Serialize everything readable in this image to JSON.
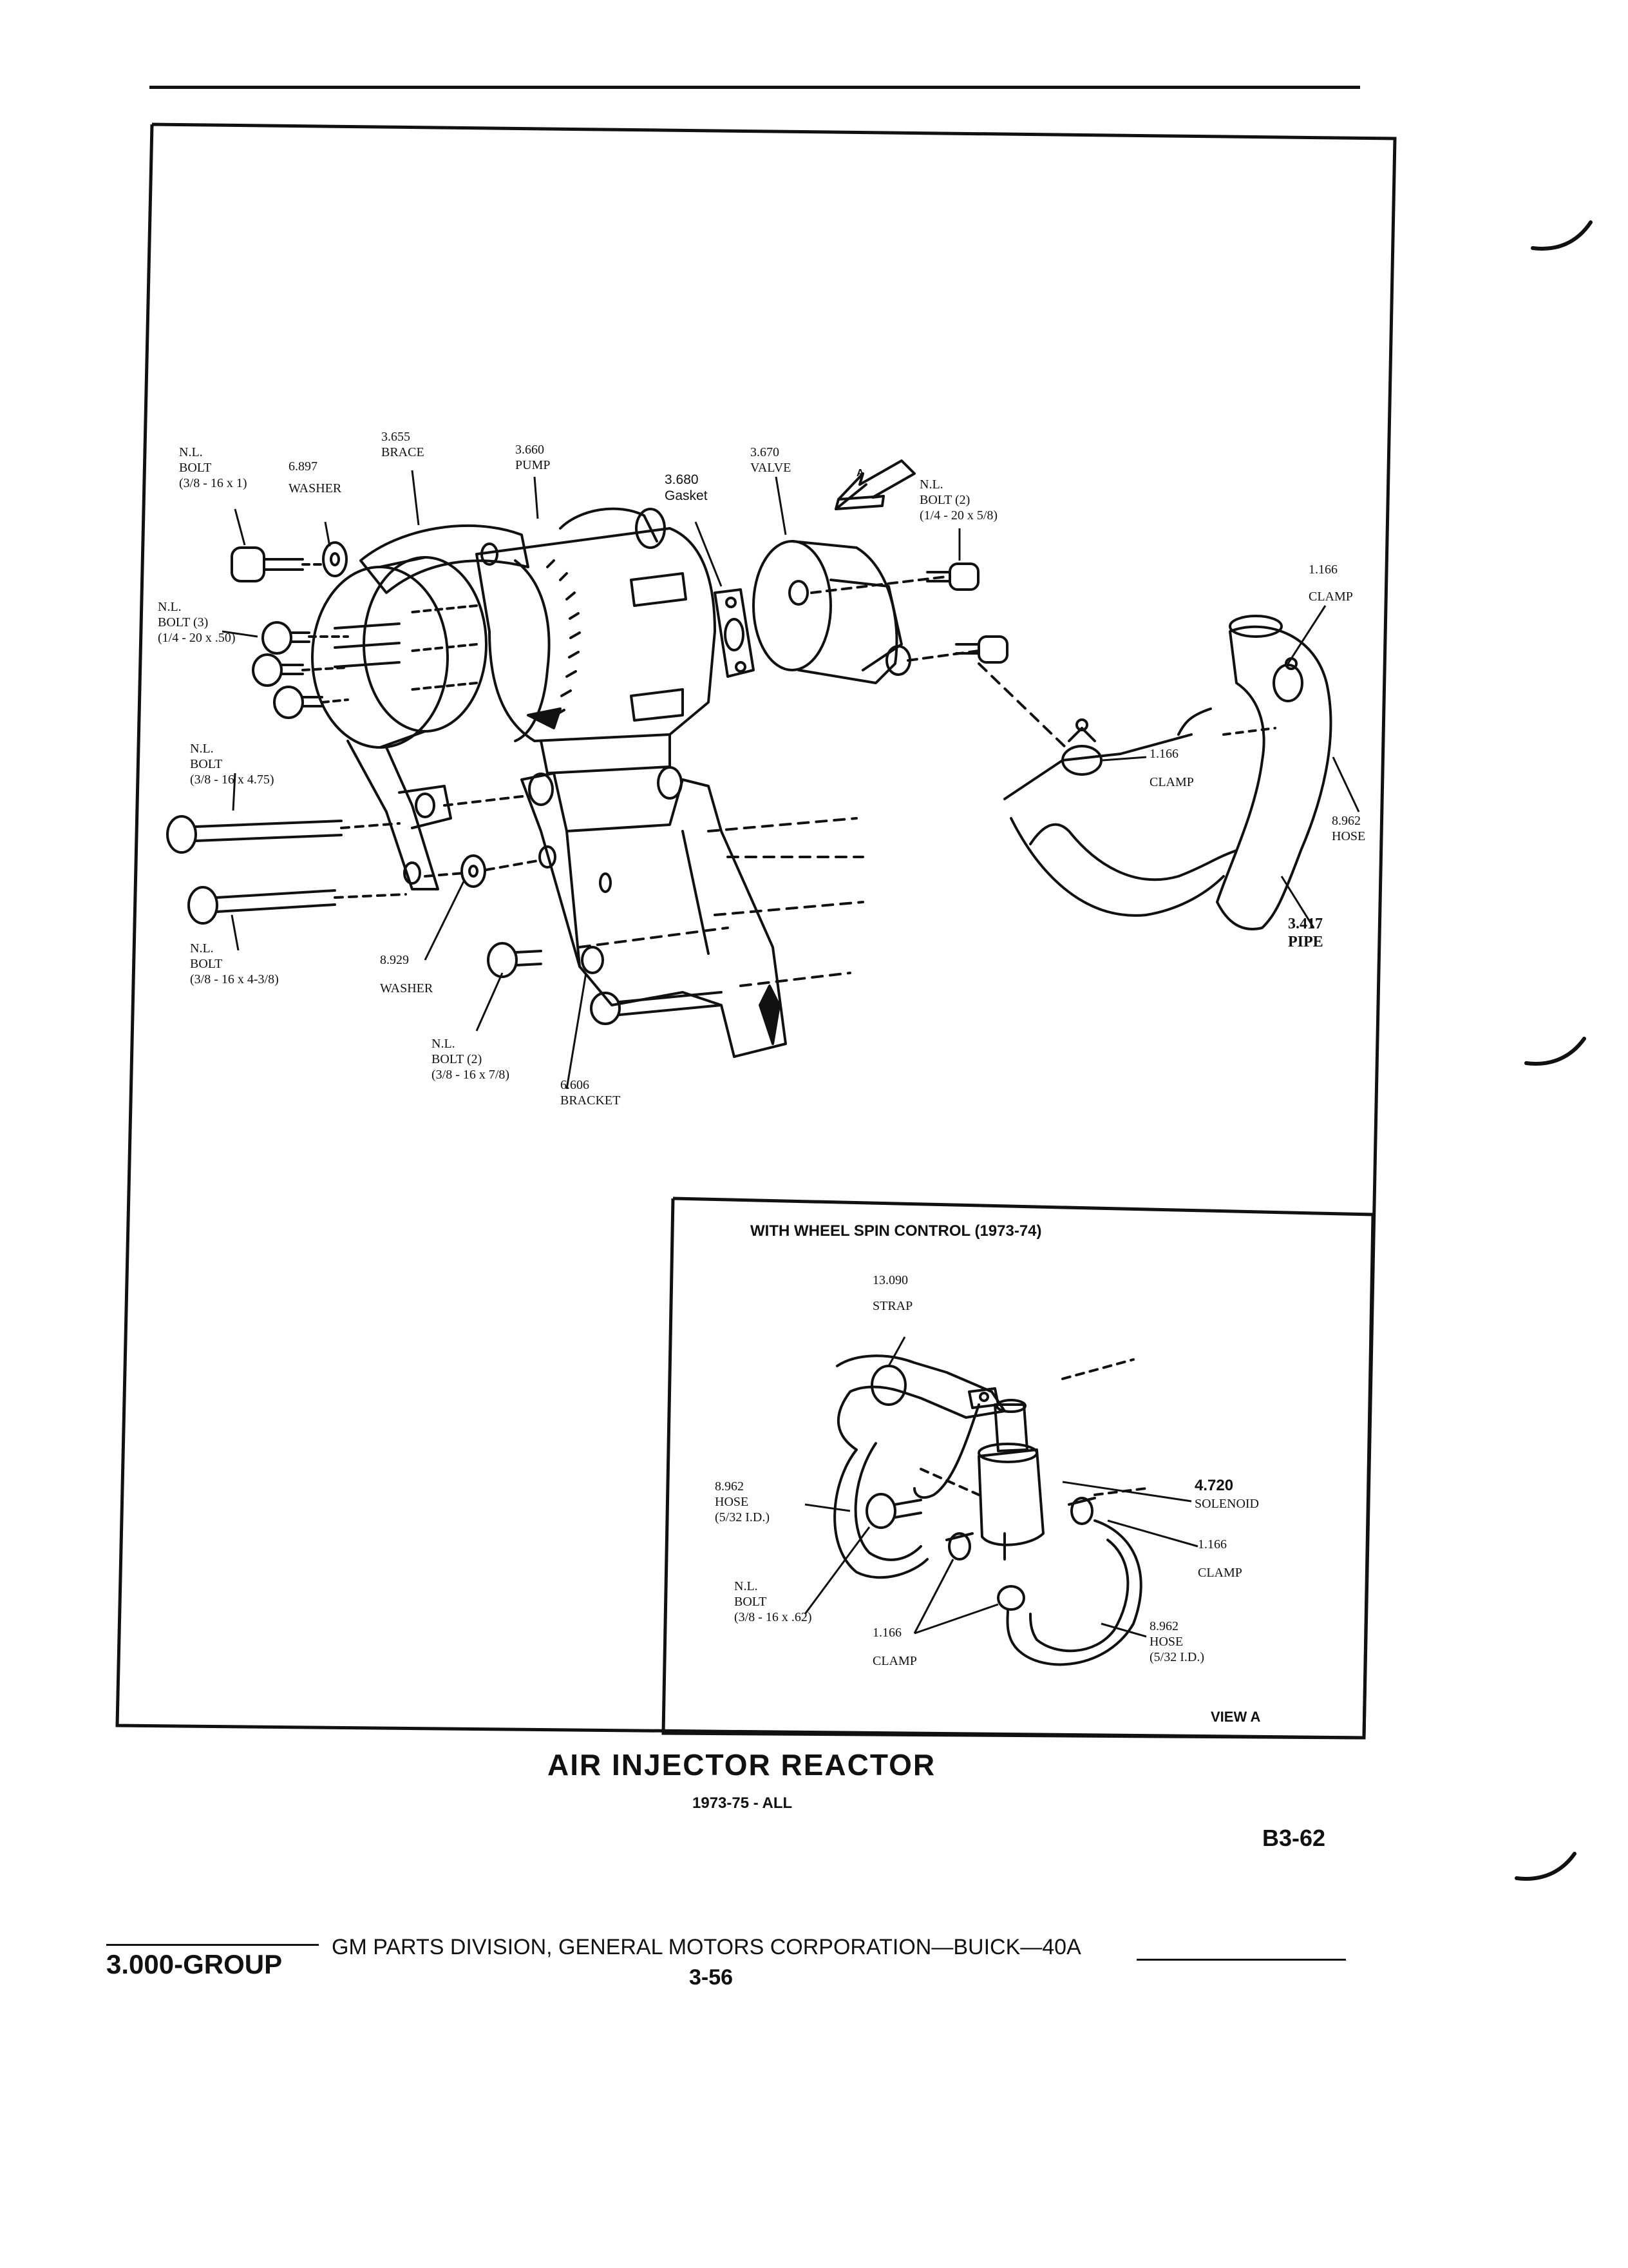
{
  "diagram": {
    "callouts": {
      "bolt_top_left": [
        "N.L.",
        "BOLT",
        "(3/8 - 16 x 1)"
      ],
      "washer_top": [
        "6.897",
        "WASHER"
      ],
      "brace": [
        "3.655",
        "BRACE"
      ],
      "pump": [
        "3.660",
        "PUMP"
      ],
      "gasket": [
        "3.680",
        "Gasket"
      ],
      "valve": [
        "3.670",
        "VALVE"
      ],
      "arrow_a": "A",
      "bolt_valve": [
        "N.L.",
        "BOLT (2)",
        "(1/4 - 20 x 5/8)"
      ],
      "clamp_top_right": [
        "1.166",
        "CLAMP"
      ],
      "bolt_3": [
        "N.L.",
        "BOLT (3)",
        "(1/4 - 20 x .50)"
      ],
      "bolt_long": [
        "N.L.",
        "BOLT",
        "(3/8 - 16 x 4.75)"
      ],
      "clamp_mid": [
        "1.166",
        "CLAMP"
      ],
      "hose_right": [
        "8.962",
        "HOSE"
      ],
      "pipe": [
        "3.417",
        "PIPE"
      ],
      "bolt_lower": [
        "N.L.",
        "BOLT",
        "(3/8 - 16 x 4-3/8)"
      ],
      "washer_lower": [
        "8.929",
        "WASHER"
      ],
      "bolt_2_lower": [
        "N.L.",
        "BOLT (2)",
        "(3/8 - 16 x 7/8)"
      ],
      "bracket": [
        "6.606",
        "BRACKET"
      ]
    },
    "inset": {
      "title": "WITH WHEEL SPIN CONTROL (1973-74)",
      "strap": [
        "13.090",
        "STRAP"
      ],
      "hose_left": [
        "8.962",
        "HOSE",
        "(5/32 I.D.)"
      ],
      "solenoid": [
        "4.720",
        "SOLENOID"
      ],
      "clamp_right": [
        "1.166",
        "CLAMP"
      ],
      "bolt": [
        "N.L.",
        "BOLT",
        "(3/8 - 16 x .62)"
      ],
      "clamp_bottom": [
        "1.166",
        "CLAMP"
      ],
      "hose_bottom": [
        "8.962",
        "HOSE",
        "(5/32 I.D.)"
      ],
      "view_label": "VIEW A"
    }
  },
  "caption": {
    "title": "AIR INJECTOR REACTOR",
    "subtitle": "1973-75 - ALL",
    "reference": "B3-62"
  },
  "footer": {
    "group": "3.000-GROUP",
    "publisher": "GM PARTS DIVISION, GENERAL MOTORS CORPORATION—BUICK—40A",
    "page": "3-56"
  }
}
